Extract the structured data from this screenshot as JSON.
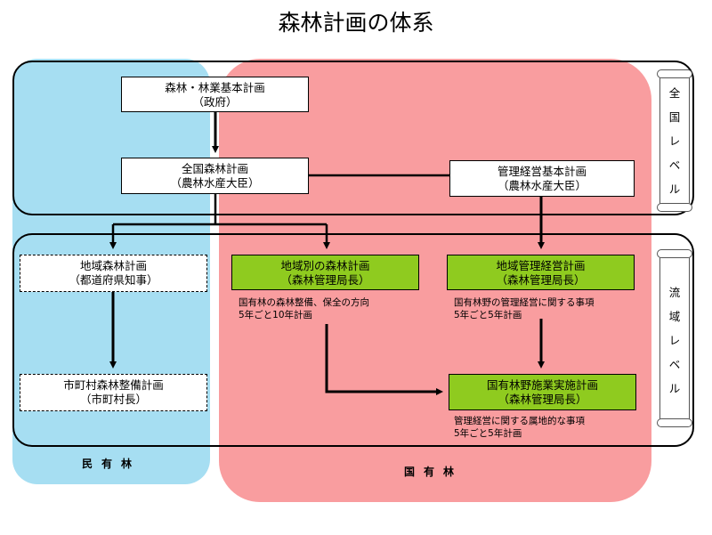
{
  "title": "森林計画の体系",
  "levels": {
    "national": [
      "全",
      "国",
      "レ",
      "ベ",
      "ル"
    ],
    "basin": [
      "流",
      "域",
      "レ",
      "ベ",
      "ル"
    ]
  },
  "zones": {
    "private": "民有林",
    "national": "国有林"
  },
  "boxes": {
    "basic_plan": {
      "line1": "森林・林業基本計画",
      "line2": "（政府）"
    },
    "national_forest_plan": {
      "line1": "全国森林計画",
      "line2": "（農林水産大臣）"
    },
    "management_basic_plan": {
      "line1": "管理経営基本計画",
      "line2": "（農林水産大臣）"
    },
    "regional_forest_plan": {
      "line1": "地域森林計画",
      "line2": "（都道府県知事）"
    },
    "municipal_plan": {
      "line1": "市町村森林整備計画",
      "line2": "（市町村長）"
    },
    "area_forest_plan": {
      "line1": "地域別の森林計画",
      "line2": "（森林管理局長）"
    },
    "area_management_plan": {
      "line1": "地域管理経営計画",
      "line2": "（森林管理局長）"
    },
    "implementation_plan": {
      "line1": "国有林野施業実施計画",
      "line2": "（森林管理局長）"
    }
  },
  "notes": {
    "area_forest": {
      "line1": "国有林の森林整備、保全の方向",
      "line2": "5年ごと10年計画"
    },
    "area_management": {
      "line1": "国有林野の管理経営に関する事項",
      "line2": "5年ごと5年計画"
    },
    "implementation": {
      "line1": "管理経営に関する属地的な事項",
      "line2": "5年ごと5年計画"
    }
  },
  "colors": {
    "private_zone": "#a6def2",
    "national_zone": "#f99d9f",
    "green_box": "#8fcb1f"
  }
}
